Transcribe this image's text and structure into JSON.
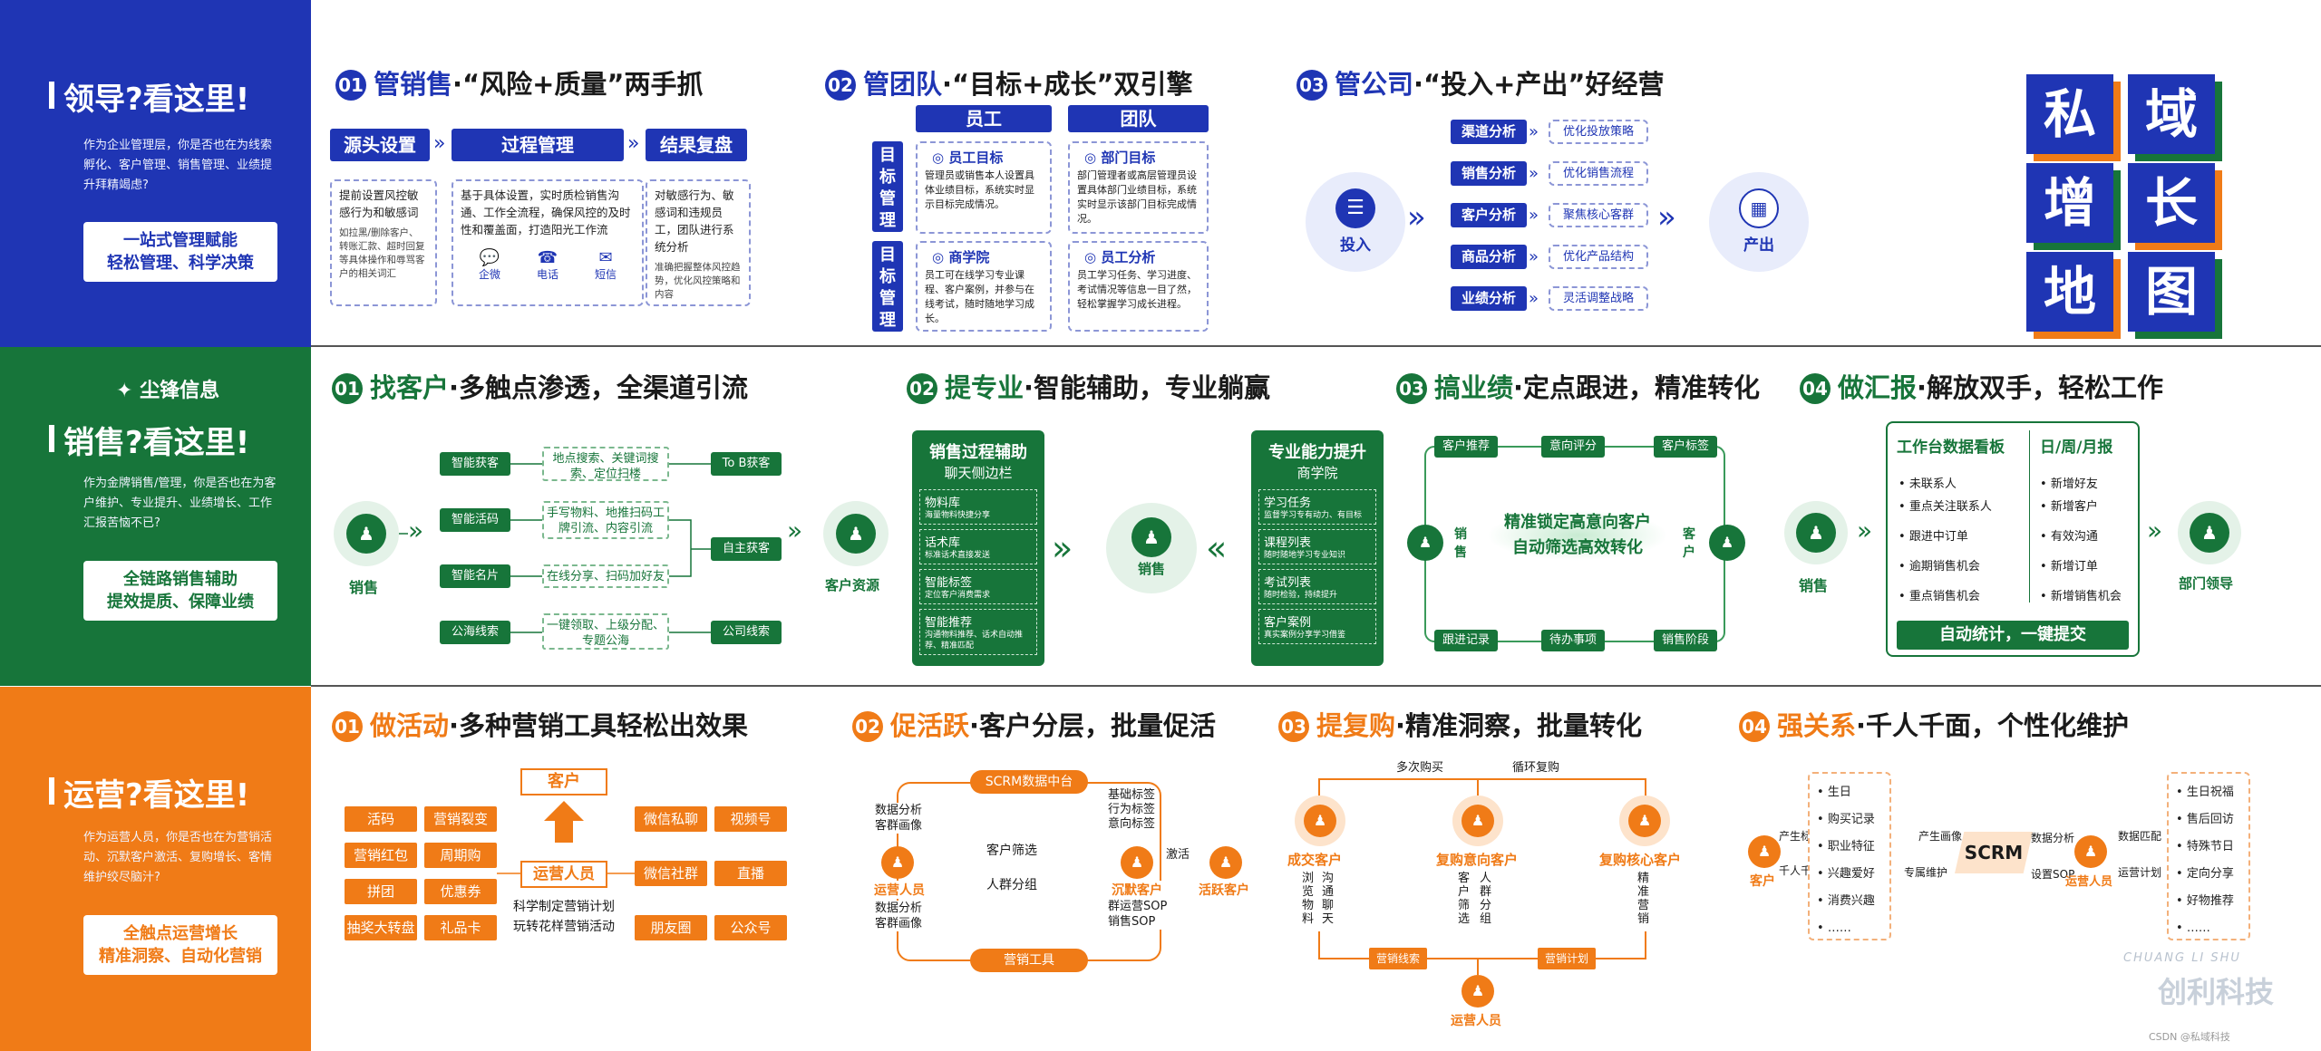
{
  "logo": {
    "chars": [
      "私",
      "域",
      "增",
      "长",
      "地",
      "图"
    ]
  },
  "leader": {
    "title": "领导?看这里!",
    "desc": "作为企业管理层，你是否也在为线索孵化、客户管理、销售管理、业绩提升拜精竭虑?",
    "box_l1": "一站式管理赋能",
    "box_l2": "轻松管理、科学决策",
    "s1": {
      "num": "01",
      "title_hl": "管销售",
      "title_rest": "·“风险+质量”两手抓",
      "bars": [
        "源头设置",
        "过程管理",
        "结果复盘"
      ],
      "box1_a": "提前设置风控敏感行为和敏感词",
      "box1_b": "如拉黑/删除客户、转账汇款、超时回复等具体操作和辱骂客户的相关词汇",
      "box2": "基于具体设置，实时质检销售沟通、工作全流程，确保风控的及时性和覆盖面，打造阳光工作流",
      "icons": [
        "企微",
        "电话",
        "短信"
      ],
      "box3_a": "对敏感行为、敏感词和违规员工，团队进行系统分析",
      "box3_b": "准确把握整体风控趋势，优化风控策略和内容"
    },
    "s2": {
      "num": "02",
      "title_hl": "管团队",
      "title_rest": "·“目标+成长”双引擎",
      "col1": "员工",
      "col2": "团队",
      "side1": "目标管理",
      "side2": "目标管理",
      "c11_t": "员工目标",
      "c11_d": "管理员或销售本人设置具体业绩目标，系统实时显示目标完成情况。",
      "c12_t": "部门目标",
      "c12_d": "部门管理者或高层管理员设置具体部门业绩目标，系统实时显示该部门目标完成情况。",
      "c21_t": "商学院",
      "c21_d": "员工可在线学习专业课程、客户案例，并参与在线考试，随时随地学习成长。",
      "c22_t": "员工分析",
      "c22_d": "员工学习任务、学习进度、考试情况等信息一目了然，轻松掌握学习成长进程。"
    },
    "s3": {
      "num": "03",
      "title_hl": "管公司",
      "title_rest": "·“投入+产出”好经营",
      "input": "投入",
      "output": "产出",
      "left": [
        "渠道分析",
        "销售分析",
        "客户分析",
        "商品分析",
        "业绩分析"
      ],
      "right": [
        "优化投放策略",
        "优化销售流程",
        "聚焦核心客群",
        "优化产品结构",
        "灵活调整战略"
      ]
    }
  },
  "sales": {
    "brand": "尘锋信息",
    "title": "销售?看这里!",
    "desc": "作为金牌销售/管理，你是否也在为客户维护、专业提升、业绩增长、工作汇报苦恼不已?",
    "box_l1": "全链路销售辅助",
    "box_l2": "提效提质、保障业绩",
    "s1": {
      "num": "01",
      "title_hl": "找客户",
      "title_rest": "·多触点渗透，全渠道引流",
      "center": "销售",
      "target": "客户资源",
      "tags": [
        "智能获客",
        "智能活码",
        "智能名片",
        "公海线索"
      ],
      "dash": [
        "地点搜索、关键词搜索、定位扫楼",
        "手写物料、地推扫码工牌引流、内容引流",
        "在线分享、扫码加好友",
        "一键领取、上级分配、专题公海"
      ],
      "out": [
        "To B获客",
        "自主获客",
        "公司线索"
      ]
    },
    "s2": {
      "num": "02",
      "title_hl": "提专业",
      "title_rest": "·智能辅助，专业躺赢",
      "center": "销售",
      "left_title": "销售过程辅助",
      "left_sub": "聊天侧边栏",
      "left_items": [
        {
          "t": "物料库",
          "d": "海量物料快捷分享"
        },
        {
          "t": "话术库",
          "d": "标准话术直接发送"
        },
        {
          "t": "智能标签",
          "d": "定位客户消费需求"
        },
        {
          "t": "智能推荐",
          "d": "沟通物料推荐、话术自动推荐、精准匹配"
        }
      ],
      "right_title": "专业能力提升",
      "right_sub": "商学院",
      "right_items": [
        {
          "t": "学习任务",
          "d": "监督学习专有动力、有目标"
        },
        {
          "t": "课程列表",
          "d": "随时随地学习专业知识"
        },
        {
          "t": "考试列表",
          "d": "随时检验，持续提升"
        },
        {
          "t": "客户案例",
          "d": "真实案例分享学习借鉴"
        }
      ]
    },
    "s3": {
      "num": "03",
      "title_hl": "搞业绩",
      "title_rest": "·定点跟进，精准转化",
      "top": [
        "客户推荐",
        "意向评分",
        "客户标签"
      ],
      "bottom": [
        "跟进记录",
        "待办事项",
        "销售阶段"
      ],
      "left": "销售",
      "right": "客户",
      "center_l1": "精准锁定高意向客户",
      "center_l2": "自动筛选高效转化"
    },
    "s4": {
      "num": "04",
      "title_hl": "做汇报",
      "title_rest": "·解放双手，轻松工作",
      "left": "销售",
      "right": "部门领导",
      "col1": "工作台数据看板",
      "col2": "日/周/月报",
      "list1": [
        "未联系人",
        "重点关注联系人",
        "跟进中订单",
        "逾期销售机会",
        "重点销售机会"
      ],
      "list2": [
        "新增好友",
        "新增客户",
        "有效沟通",
        "新增订单",
        "新增销售机会"
      ],
      "footer": "自动统计，一键提交"
    }
  },
  "ops": {
    "title": "运营?看这里!",
    "desc": "作为运营人员，你是否也在为营销活动、沉默客户激活、复购增长、客情维护绞尽脑汁?",
    "box_l1": "全触点运营增长",
    "box_l2": "精准洞察、自动化营销",
    "s1": {
      "num": "01",
      "title_hl": "做活动",
      "title_rest": "·多种营销工具轻松出效果",
      "customer": "客户",
      "person": "运营人员",
      "caption1": "科学制定营销计划",
      "caption2": "玩转花样营销活动",
      "left": [
        "活码",
        "营销裂变",
        "营销红包",
        "拼团",
        "抽奖大转盘",
        "周期购",
        "优惠券",
        "礼品卡"
      ],
      "right": [
        "微信私聊",
        "视频号",
        "微信社群",
        "直播",
        "朋友圈",
        "公众号"
      ]
    },
    "s2": {
      "num": "02",
      "title_hl": "促活跃",
      "title_rest": "·客户分层，批量促活",
      "top": "SCRM数据中台",
      "bottom": "营销工具",
      "la": "数据分析",
      "lb": "客群画像",
      "lc": "数据分析",
      "ld": "客群画像",
      "person": "运营人员",
      "mid1": "客户筛选",
      "mid2": "人群分组",
      "tags": [
        "基础标签",
        "行为标签",
        "意向标签"
      ],
      "silent": "沉默客户",
      "activate": "激活",
      "active": "活跃客户",
      "sop1": "群运营SOP",
      "sop2": "销售SOP"
    },
    "s3": {
      "num": "03",
      "title_hl": "提复购",
      "title_rest": "·精准洞察，批量转化",
      "top1": "多次购买",
      "top2": "循环复购",
      "nodes": [
        "成交客户",
        "复购意向客户",
        "复购核心客户"
      ],
      "v1": [
        "浏览物料",
        "沟通聊天"
      ],
      "v2": [
        "客户筛选",
        "人群分组"
      ],
      "v3": "精准营销",
      "b1": "营销线索",
      "b2": "营销计划",
      "person": "运营人员"
    },
    "s4": {
      "num": "04",
      "title_hl": "强关系",
      "title_rest": "·千人千面，个性化维护",
      "customer": "客户",
      "l1": "产生标签",
      "l2": "千人千面",
      "list1": [
        "生日",
        "购买记录",
        "职业特征",
        "兴趣爱好",
        "消费兴趣",
        "……"
      ],
      "m1": "产生画像",
      "m2": "专属维护",
      "center": "SCRM",
      "m3": "数据分析",
      "m4": "设置SOP",
      "person": "运营人员",
      "m5": "数据匹配",
      "m6": "运营计划",
      "list2": [
        "生日祝福",
        "售后回访",
        "特殊节日",
        "定向分享",
        "好物推荐",
        "……"
      ]
    }
  },
  "watermark": {
    "en": "CHUANG LI SHU",
    "cn": "创利科技",
    "small": "CSDN @私域科技"
  },
  "colors": {
    "blue": "#1f35b4",
    "green": "#17753a",
    "orange": "#f07b17"
  }
}
